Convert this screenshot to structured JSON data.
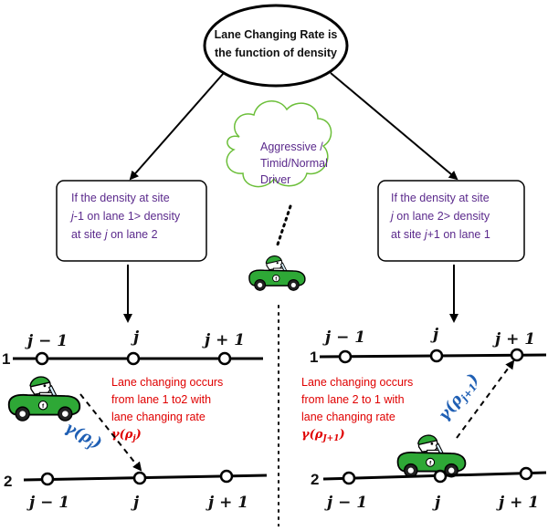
{
  "top_oval": {
    "line1": "Lane Changing Rate is",
    "line2": "the function of density"
  },
  "cloud": {
    "line1": "Aggressive /",
    "line2": "Timid/Normal",
    "line3": "Driver"
  },
  "left_box": {
    "line1": "If the density at site",
    "line2_pre": "j",
    "line2_post": "-1 on lane 1> density",
    "line3_pre": "at site ",
    "line3_it": "j",
    "line3_post": " on lane 2"
  },
  "right_box": {
    "line1": "If the density at site",
    "line2_it": "j",
    "line2_post": " on lane 2> density",
    "line3_pre": "at site ",
    "line3_it": "j",
    "line3_post": "+1 on lane 1"
  },
  "left_red": {
    "line1": "Lane changing occurs",
    "line2": "from lane 1 to2 with",
    "line3": "lane changing rate",
    "line4_gamma": "γ(ρ",
    "line4_sub": "j",
    "line4_close": ")"
  },
  "right_red": {
    "line1": "Lane changing occurs",
    "line2": "from lane 2 to 1 with",
    "line3": "lane changing rate",
    "line4_gamma": "γ(ρ",
    "line4_sub": "J+1",
    "line4_close": ")"
  },
  "left_arrow_label": {
    "gamma": "γ(ρ",
    "sub": "j",
    "close": ")"
  },
  "right_arrow_label": {
    "gamma": "γ(ρ",
    "sub": "j+1",
    "close": ")"
  },
  "lanes": {
    "lane1": "1",
    "lane2": "2"
  },
  "site_labels": {
    "jm1": "j − 1",
    "j": "j",
    "jp1": "j + 1"
  },
  "colors": {
    "box_text": "#5b2a8c",
    "red_text": "#e00000",
    "cloud_stroke": "#6cbf3a",
    "arrow_label": "#1f5fb4",
    "car_green": "#2ea836"
  },
  "icons": [
    "car-driver-icon"
  ]
}
